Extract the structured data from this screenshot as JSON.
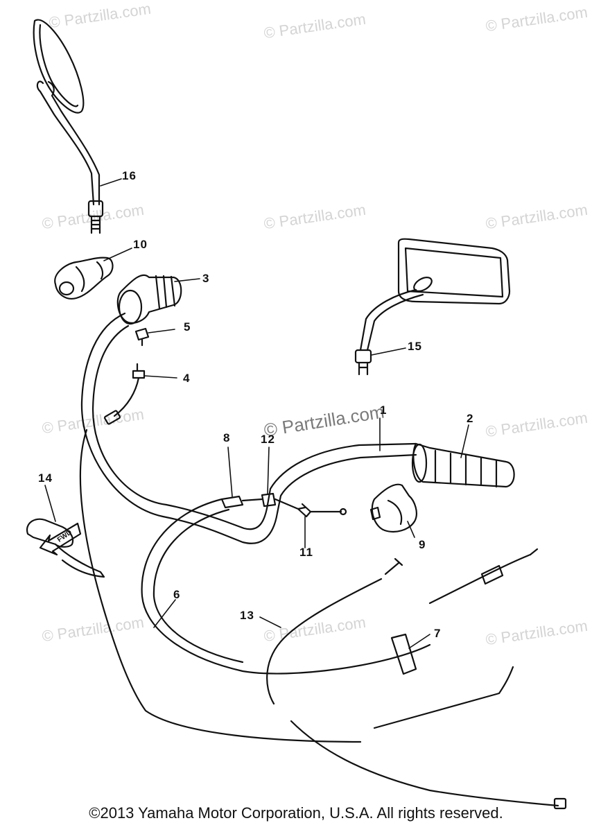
{
  "watermarks": {
    "text": "© Partzilla.com",
    "center_text": "© Partzilla.com"
  },
  "callouts": {
    "c1": "1",
    "c2": "2",
    "c3": "3",
    "c4": "4",
    "c5": "5",
    "c6": "6",
    "c7": "7",
    "c8": "8",
    "c9": "9",
    "c10": "10",
    "c11": "11",
    "c12": "12",
    "c13": "13",
    "c14": "14",
    "c15": "15",
    "c16": "16"
  },
  "fwd_label": "FWD",
  "copyright": "©2013 Yamaha Motor Corporation, U.S.A. All rights reserved."
}
